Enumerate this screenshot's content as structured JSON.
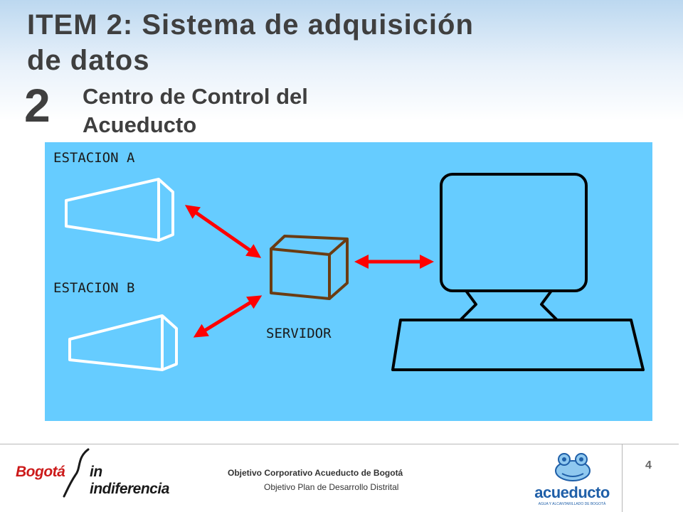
{
  "slide": {
    "title_line1": "ITEM 2:  Sistema de adquisición",
    "title_line2": "de datos",
    "number": "2",
    "subtitle_line1": "Centro de Control del",
    "subtitle_line2": "Acueducto"
  },
  "diagram": {
    "station_a_label": "ESTACION A",
    "station_b_label": "ESTACION B",
    "server_label": "SERVIDOR",
    "colors": {
      "background": "#66ccff",
      "arrow": "#ff0000",
      "server": "#6b3c12",
      "outline": "#ffffff",
      "computer": "#000000"
    },
    "icons": [
      "station-a-icon",
      "station-b-icon",
      "server-box-icon",
      "computer-monitor-icon",
      "keyboard-icon"
    ]
  },
  "footer": {
    "brand_part1": "Bogotá",
    "brand_part2": "in indiferencia",
    "line1": "Objetivo Corporativo Acueducto de Bogotá",
    "line2": "Objetivo Plan de Desarrollo Distrital",
    "page_number": "4",
    "logo_word": "acueducto",
    "logo_tagline": "AGUA Y ALCANTARILLADO DE BOGOTÁ"
  }
}
